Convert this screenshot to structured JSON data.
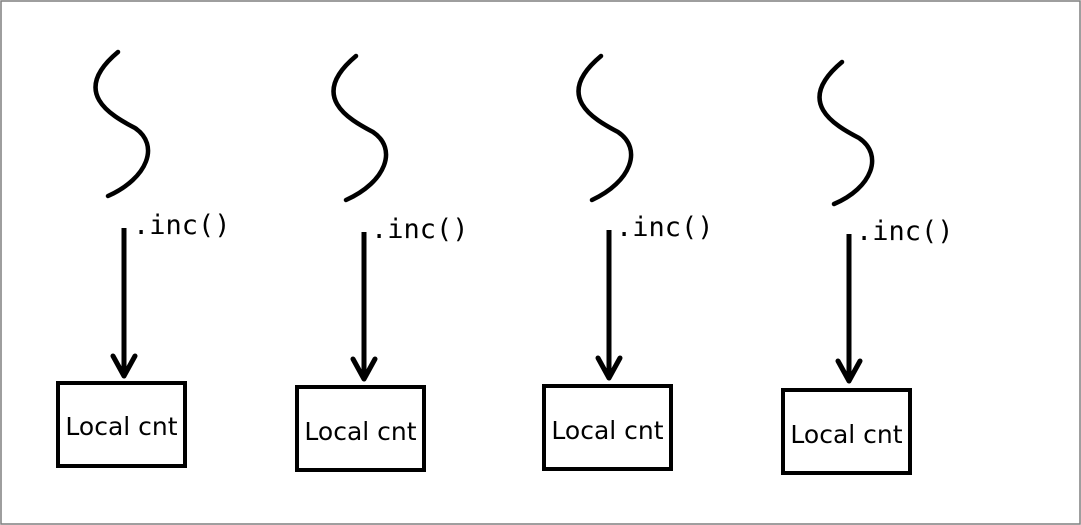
{
  "diagram": {
    "threads": [
      {
        "method_call": ".inc()",
        "counter_label": "Local cnt"
      },
      {
        "method_call": ".inc()",
        "counter_label": "Local cnt"
      },
      {
        "method_call": ".inc()",
        "counter_label": "Local cnt"
      },
      {
        "method_call": ".inc()",
        "counter_label": "Local cnt"
      }
    ],
    "colors": {
      "stroke": "#000000",
      "frame": "#7f7f7f",
      "background": "#ffffff"
    }
  }
}
